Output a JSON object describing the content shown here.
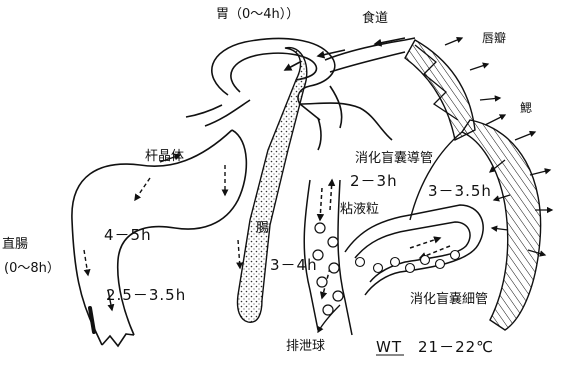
{
  "labels": {
    "stomach": "胃（0～4h））",
    "esophagus": "食道",
    "labial_palps": "唇瓣",
    "gill": "鰓",
    "crystalline_style": "杆晶体",
    "digestive_diverticula_duct": "消化盲囊導管",
    "duct_time": "2－3h",
    "diverticula_time": "3－3.5h",
    "mucus_granules": "粘液粒",
    "intestine": "腸",
    "rectum": "直腸",
    "rectum_time": "(0～8h）",
    "loop_time_upper": "4－5h",
    "loop_time_lower": "2.5－3.5h",
    "duct_side_time": "3－4h",
    "digestive_tubule": "消化盲嚢細管",
    "fecal_pellets": "排泄球",
    "water_temp": "WT　21－22℃"
  },
  "colors": {
    "ink": "#111111",
    "paper": "#ffffff"
  }
}
